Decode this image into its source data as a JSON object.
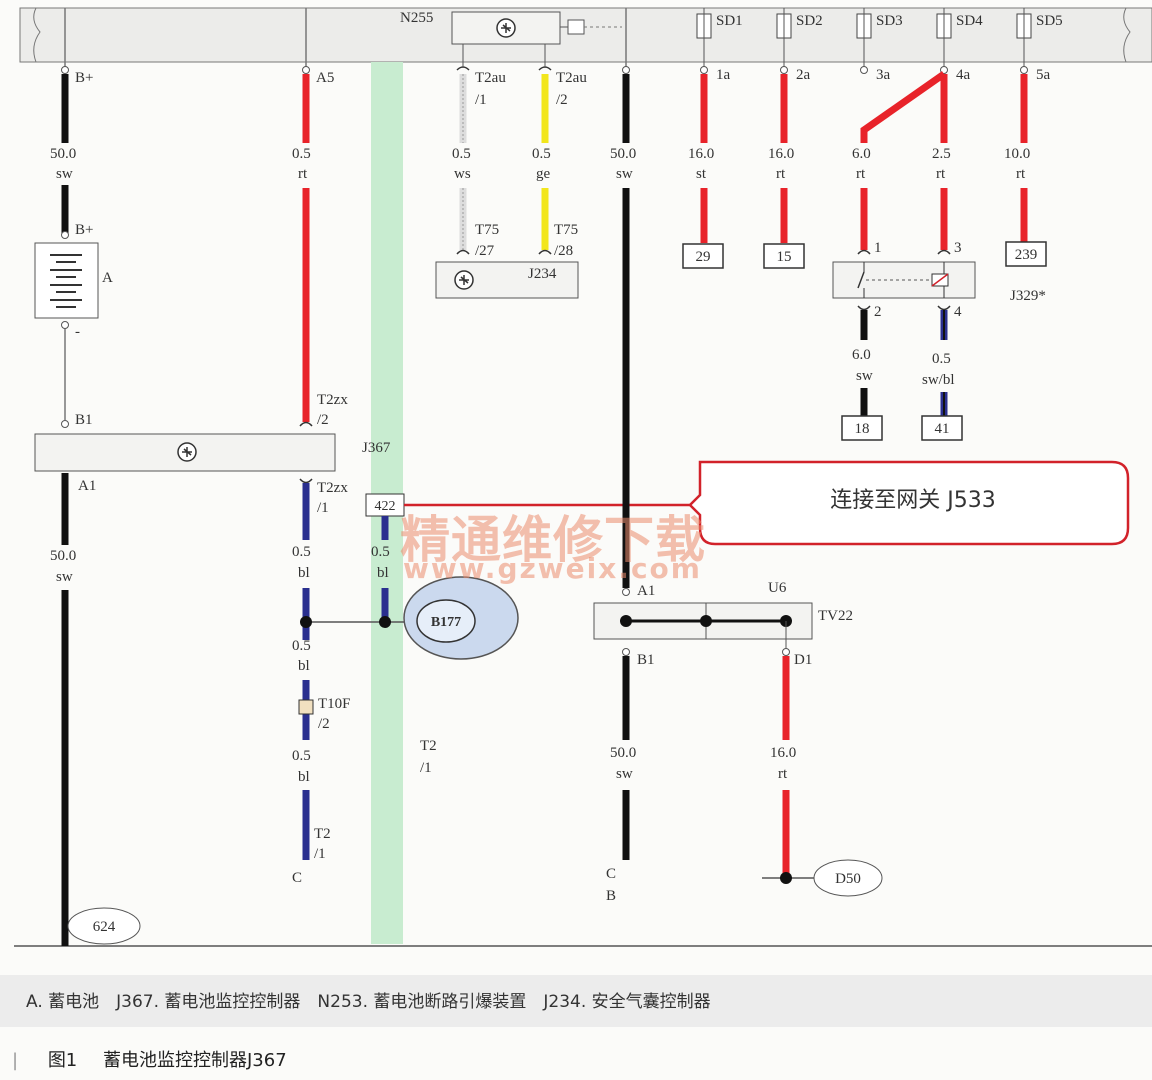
{
  "components": {
    "n255": "N255",
    "sd": [
      "SD1",
      "SD2",
      "SD3",
      "SD4",
      "SD5"
    ],
    "battery": "A",
    "j367": "J367",
    "j234": "J234",
    "j329": "J329*",
    "u6": "U6",
    "tv22": "TV22",
    "b177": "B177"
  },
  "pins": {
    "b_plus_top": "B+",
    "b_plus_batt": "B+",
    "batt_minus": "-",
    "a5": "A5",
    "b1_j367": "B1",
    "a1_j367": "A1",
    "t2zx_2": "T2zx",
    "t2zx_2b": "/2",
    "t2zx_1": "T2zx",
    "t2zx_1b": "/1",
    "t2au_1": "T2au",
    "t2au_1b": "/1",
    "t2au_2": "T2au",
    "t2au_2b": "/2",
    "t75_27": "T75",
    "t75_27b": "/27",
    "t75_28": "T75",
    "t75_28b": "/28",
    "sd_pins": [
      "1a",
      "2a",
      "3a",
      "4a",
      "5a"
    ],
    "relay_1": "1",
    "relay_2": "2",
    "relay_3": "3",
    "relay_4": "4",
    "tv_a1": "A1",
    "tv_b1": "B1",
    "tv_d1": "D1",
    "t10f": "T10F",
    "t10f_b": "/2",
    "t2_c": "T2",
    "t2_cb": "/1",
    "t2_mid": "T2",
    "t2_midb": "/1",
    "c_left": "C",
    "c_mid": "C",
    "b_mid": "B"
  },
  "wires": {
    "w1": {
      "size": "50.0",
      "color": "sw"
    },
    "w2": {
      "size": "50.0",
      "color": "sw"
    },
    "w3": {
      "size": "0.5",
      "color": "rt"
    },
    "w4": {
      "size": "0.5",
      "color": "bl"
    },
    "w5": {
      "size": "0.5",
      "color": "bl"
    },
    "w6": {
      "size": "0.5",
      "color": "bl"
    },
    "w7": {
      "size": "0.5",
      "color": "bl"
    },
    "w8": {
      "size": "0.5",
      "color": "ws"
    },
    "w9": {
      "size": "0.5",
      "color": "ge"
    },
    "w10": {
      "size": "50.0",
      "color": "sw"
    },
    "w11": {
      "size": "50.0",
      "color": "sw"
    },
    "w12": {
      "size": "16.0",
      "color": "st"
    },
    "w13": {
      "size": "16.0",
      "color": "rt"
    },
    "w14": {
      "size": "6.0",
      "color": "rt"
    },
    "w15": {
      "size": "2.5",
      "color": "rt"
    },
    "w16": {
      "size": "10.0",
      "color": "rt"
    },
    "w17": {
      "size": "6.0",
      "color": "sw"
    },
    "w18": {
      "size": "0.5",
      "color": "sw/bl"
    },
    "w19": {
      "size": "16.0",
      "color": "rt"
    }
  },
  "refs": {
    "r29": "29",
    "r15": "15",
    "r239": "239",
    "r18": "18",
    "r41": "41",
    "r422": "422",
    "r624": "624",
    "d50": "D50"
  },
  "callout": "连接至网关 J533",
  "watermark": "精通维修下载",
  "watermark_url": "www.gzweix.com",
  "legend": "A. 蓄电池　J367. 蓄电池监控控制器　N253. 蓄电池断路引爆装置　J234. 安全气囊控制器",
  "caption": {
    "number": "图1",
    "title": "蓄电池监控控制器J367"
  },
  "colors": {
    "sw": "#111111",
    "rt": "#e8232a",
    "bl": "#2a2f8f",
    "ge": "#f2e61c",
    "ws": "#dddddd",
    "highlight": "#c8ecd0",
    "callout_border": "#d2222a",
    "bus_fill": "#ececea"
  }
}
